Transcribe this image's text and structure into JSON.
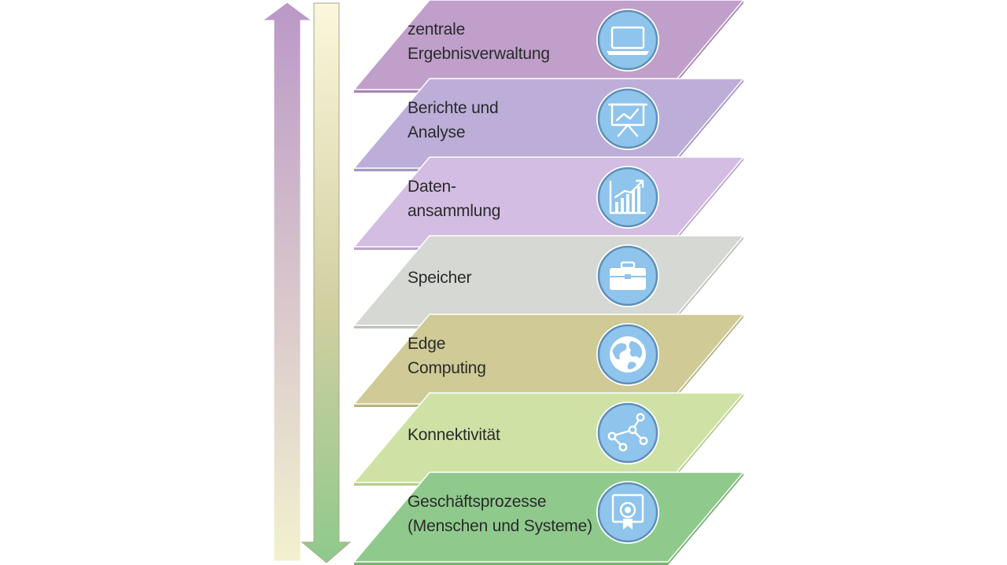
{
  "layers": [
    {
      "lines": [
        "zentrale",
        "Ergebnisverwaltung"
      ],
      "icon": "laptop-icon",
      "color": "#c09fca",
      "shade": "#a886b3"
    },
    {
      "lines": [
        "Berichte und",
        "Analyse"
      ],
      "icon": "presentation-board-icon",
      "color": "#bcaed9",
      "shade": "#a596c4"
    },
    {
      "lines": [
        "Daten-",
        "ansammlung"
      ],
      "icon": "bar-chart-growth-icon",
      "color": "#d3bde2",
      "shade": "#bca5cd"
    },
    {
      "lines": [
        "Speicher"
      ],
      "icon": "briefcase-icon",
      "color": "#d6d8d3",
      "shade": "#bfc1bb"
    },
    {
      "lines": [
        "Edge",
        "Computing"
      ],
      "icon": "globe-icon",
      "color": "#cfca96",
      "shade": "#b9b37e"
    },
    {
      "lines": [
        "Konnektivität"
      ],
      "icon": "network-nodes-icon",
      "color": "#cfe2a6",
      "shade": "#b6cc8b"
    },
    {
      "lines": [
        "Geschäftsprozesse",
        "(Menschen und Systeme)"
      ],
      "icon": "certificate-icon",
      "color": "#8fca8c",
      "shade": "#76b273"
    }
  ],
  "arrows": {
    "up": {
      "direction": "up",
      "colors": [
        "#bb98c8",
        "#f3f1cf"
      ]
    },
    "down": {
      "direction": "down",
      "colors": [
        "#fbf7dc",
        "#d1cfa0",
        "#8ec98b"
      ]
    }
  },
  "icon_style": {
    "fill": "#8fc4ec",
    "ring": "#5f8fb8",
    "glyph": "#ffffff"
  }
}
